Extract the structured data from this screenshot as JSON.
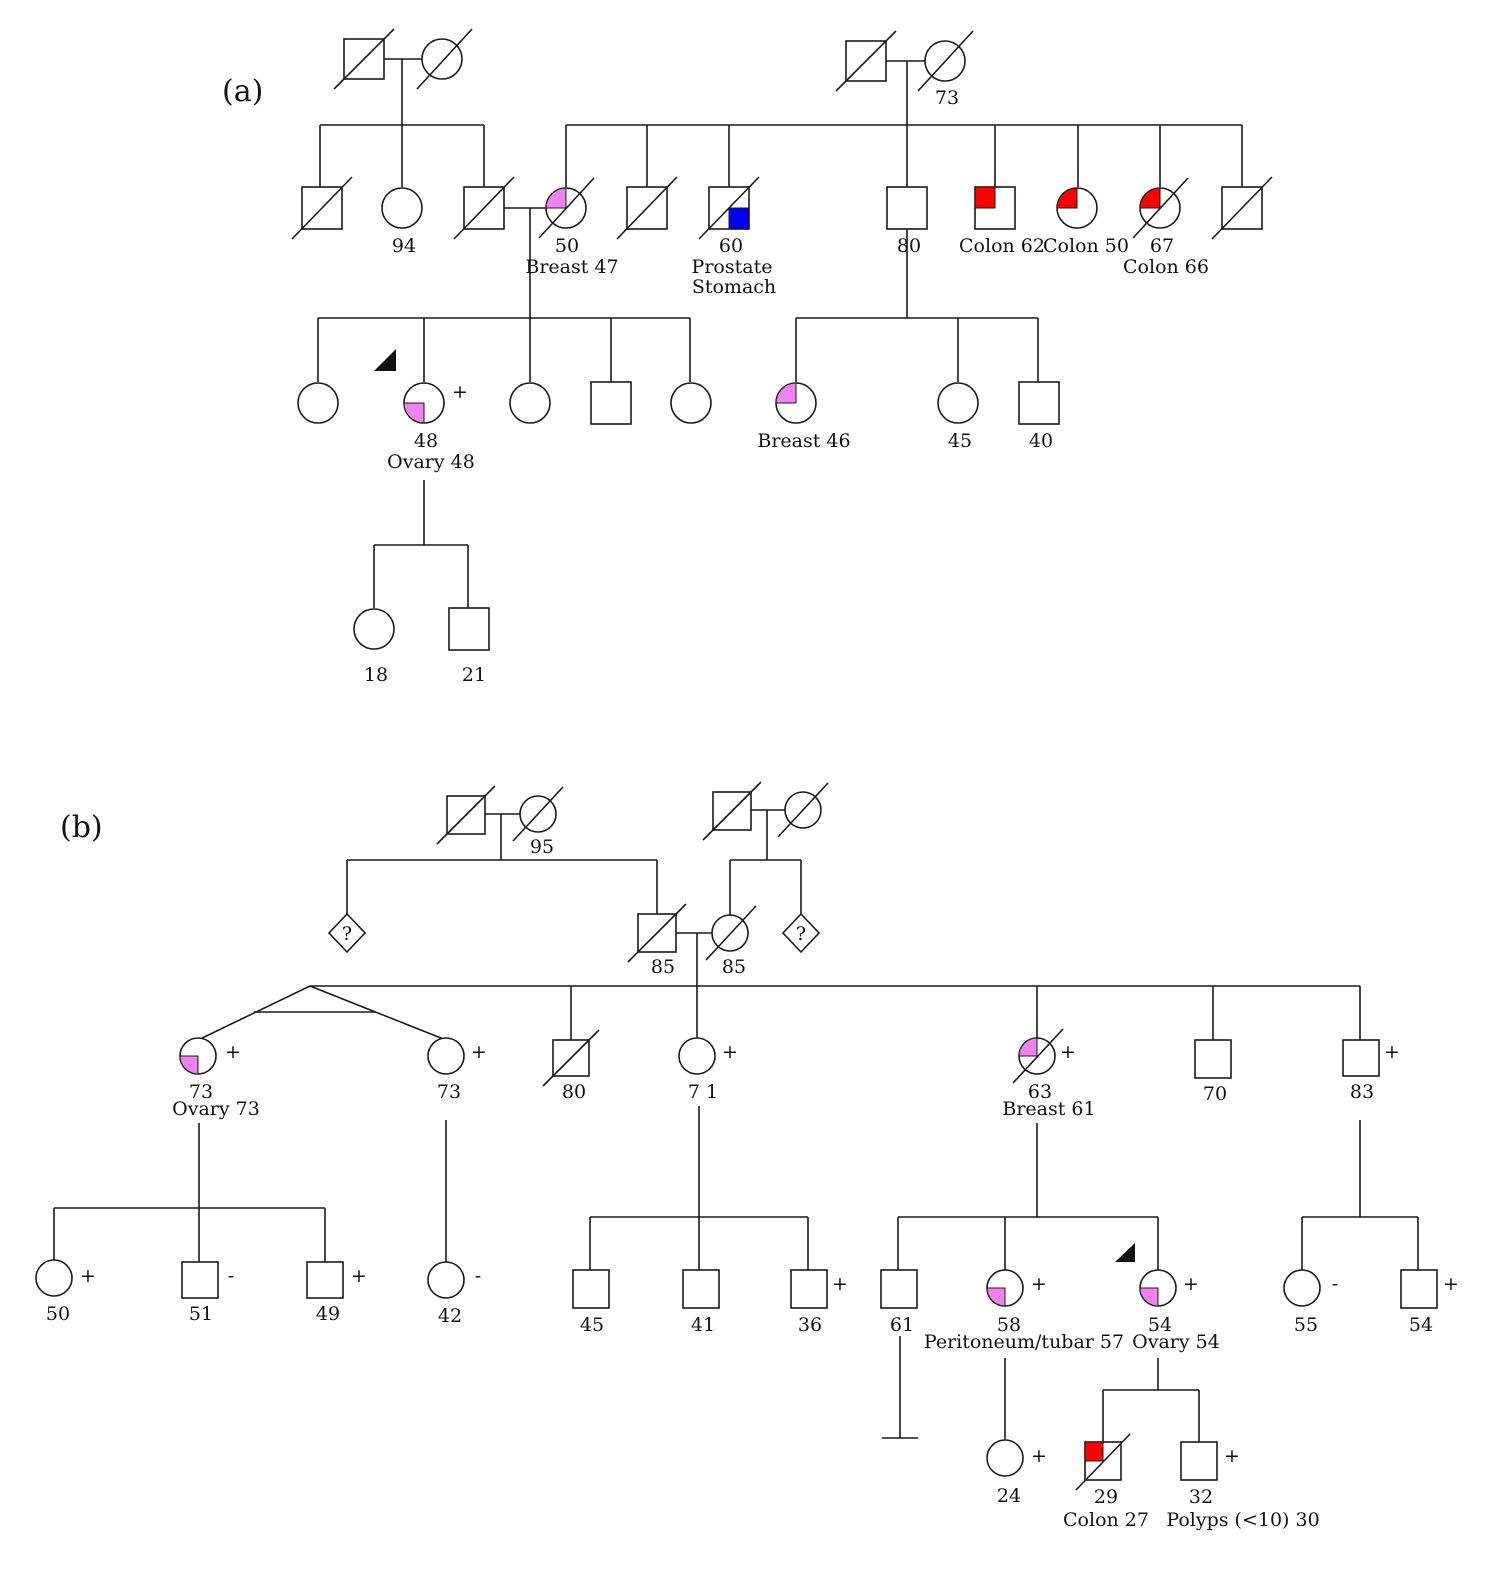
{
  "colors": {
    "breast_ovary": "#ee82ee",
    "colon": "#ff0000",
    "prostate_stomach": "#0000ee",
    "line": "#1a1a1a"
  },
  "panel_a": {
    "label": "(a)",
    "grandparents_right_age": "73",
    "gen2_labels": {
      "f94": "94",
      "f50_age": "50",
      "f50_dx": "Breast 47",
      "m60_age": "60",
      "m60_dx1": "Prostate",
      "m60_dx2": "Stomach",
      "m80_age": "80",
      "m_colon62": "Colon 62",
      "f_colon50": "Colon 50",
      "f67_age": "67",
      "f67_dx": "Colon 66"
    },
    "gen3_labels": {
      "proband_status": "+",
      "proband_age": "48",
      "proband_dx": "Ovary 48",
      "f_breast46": "Breast 46",
      "f45": "45",
      "m40": "40"
    },
    "gen4_labels": {
      "f18": "18",
      "m21": "21"
    }
  },
  "panel_b": {
    "label": "(b)",
    "top_grandmother_age": "95",
    "unknown_mark": "?",
    "parents": {
      "father_age": "85",
      "mother_age": "85"
    },
    "gen3": {
      "twin1_status": "+",
      "twin1_age": "73",
      "twin1_dx": "Ovary 73",
      "twin2_status": "+",
      "twin2_age": "73",
      "m80": "80",
      "f71_status": "+",
      "f71_age": "7 1",
      "f63_status": "+",
      "f63_age": "63",
      "f63_dx": "Breast 61",
      "m70": "70",
      "m83_status": "+",
      "m83_age": "83"
    },
    "gen4": {
      "f50_status": "+",
      "f50": "50",
      "m51_status": "-",
      "m51": "51",
      "m49_status": "+",
      "m49": "49",
      "f42_status": "-",
      "f42": "42",
      "m45": "45",
      "m41": "41",
      "m36_status": "+",
      "m36": "36",
      "m61": "61",
      "f58_status": "+",
      "f58_age": "58",
      "f58_dx": "Peritoneum/tubar 57",
      "proband_status": "+",
      "proband_age": "54",
      "proband_dx": "Ovary 54",
      "f55_status": "-",
      "f55": "55",
      "m54_status": "+",
      "m54": "54"
    },
    "gen5": {
      "f24_status": "+",
      "f24": "24",
      "m29_age": "29",
      "m29_dx": "Colon 27",
      "m32_status": "+",
      "m32_age": "32",
      "m32_dx": "Polyps (<10) 30"
    }
  }
}
